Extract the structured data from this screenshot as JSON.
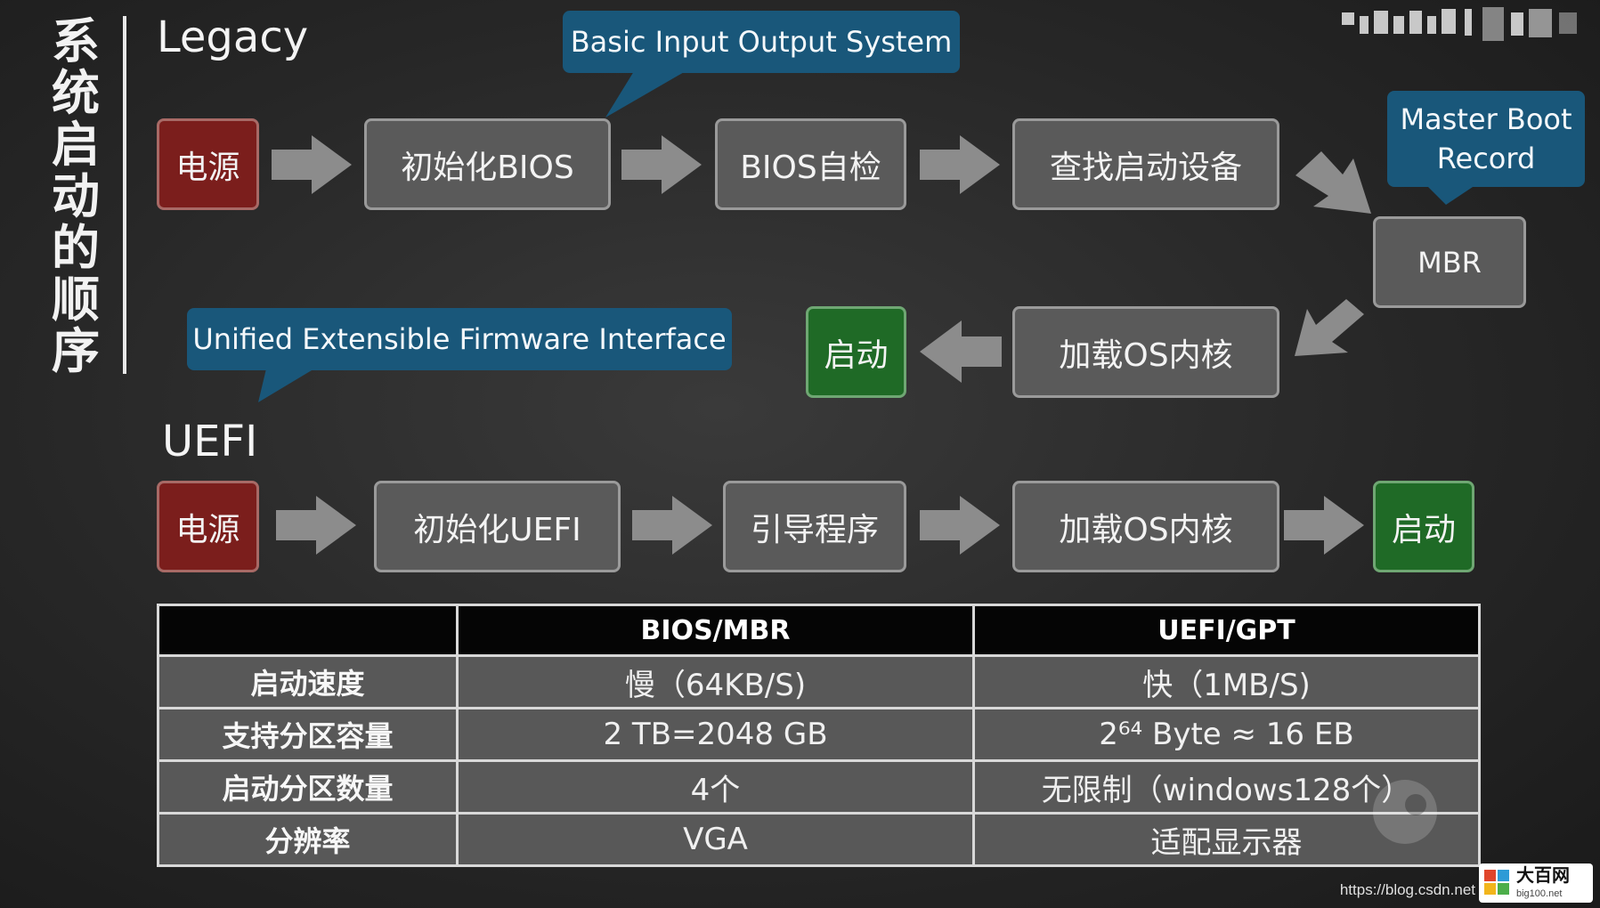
{
  "title": "系统启动的顺序",
  "legacy": {
    "label": "Legacy",
    "power": "电源",
    "init_bios": "初始化BIOS",
    "bios_check": "BIOS自检",
    "find_boot": "查找启动设备",
    "mbr": "MBR",
    "load_kernel": "加载OS内核",
    "boot": "启动",
    "bios_callout": "Basic Input Output System",
    "mbr_callout": "Master Boot Record",
    "uefi_callout": "Unified Extensible Firmware Interface"
  },
  "uefi": {
    "label": "UEFI",
    "power": "电源",
    "init_uefi": "初始化UEFI",
    "bootloader": "引导程序",
    "load_kernel": "加载OS内核",
    "boot": "启动"
  },
  "table": {
    "headers": [
      "",
      "BIOS/MBR",
      "UEFI/GPT"
    ],
    "rows": [
      [
        "启动速度",
        "慢（64KB/S)",
        "快（1MB/S)"
      ],
      [
        "支持分区容量",
        "2 TB=2048 GB",
        "2⁶⁴ Byte ≈ 16 EB"
      ],
      [
        "启动分区数量",
        "4个",
        "无限制（windows128个）"
      ],
      [
        "分辨率",
        "VGA",
        "适配显示器"
      ]
    ]
  },
  "footer": {
    "url": "https://blog.csdn.net",
    "logo_big": "大百网",
    "logo_small": "big100.net"
  },
  "colors": {
    "red_box": "#7b1e1c",
    "green_box": "#1f6a26",
    "gray_box": "#5a5a5a",
    "callout": "#19577a"
  }
}
